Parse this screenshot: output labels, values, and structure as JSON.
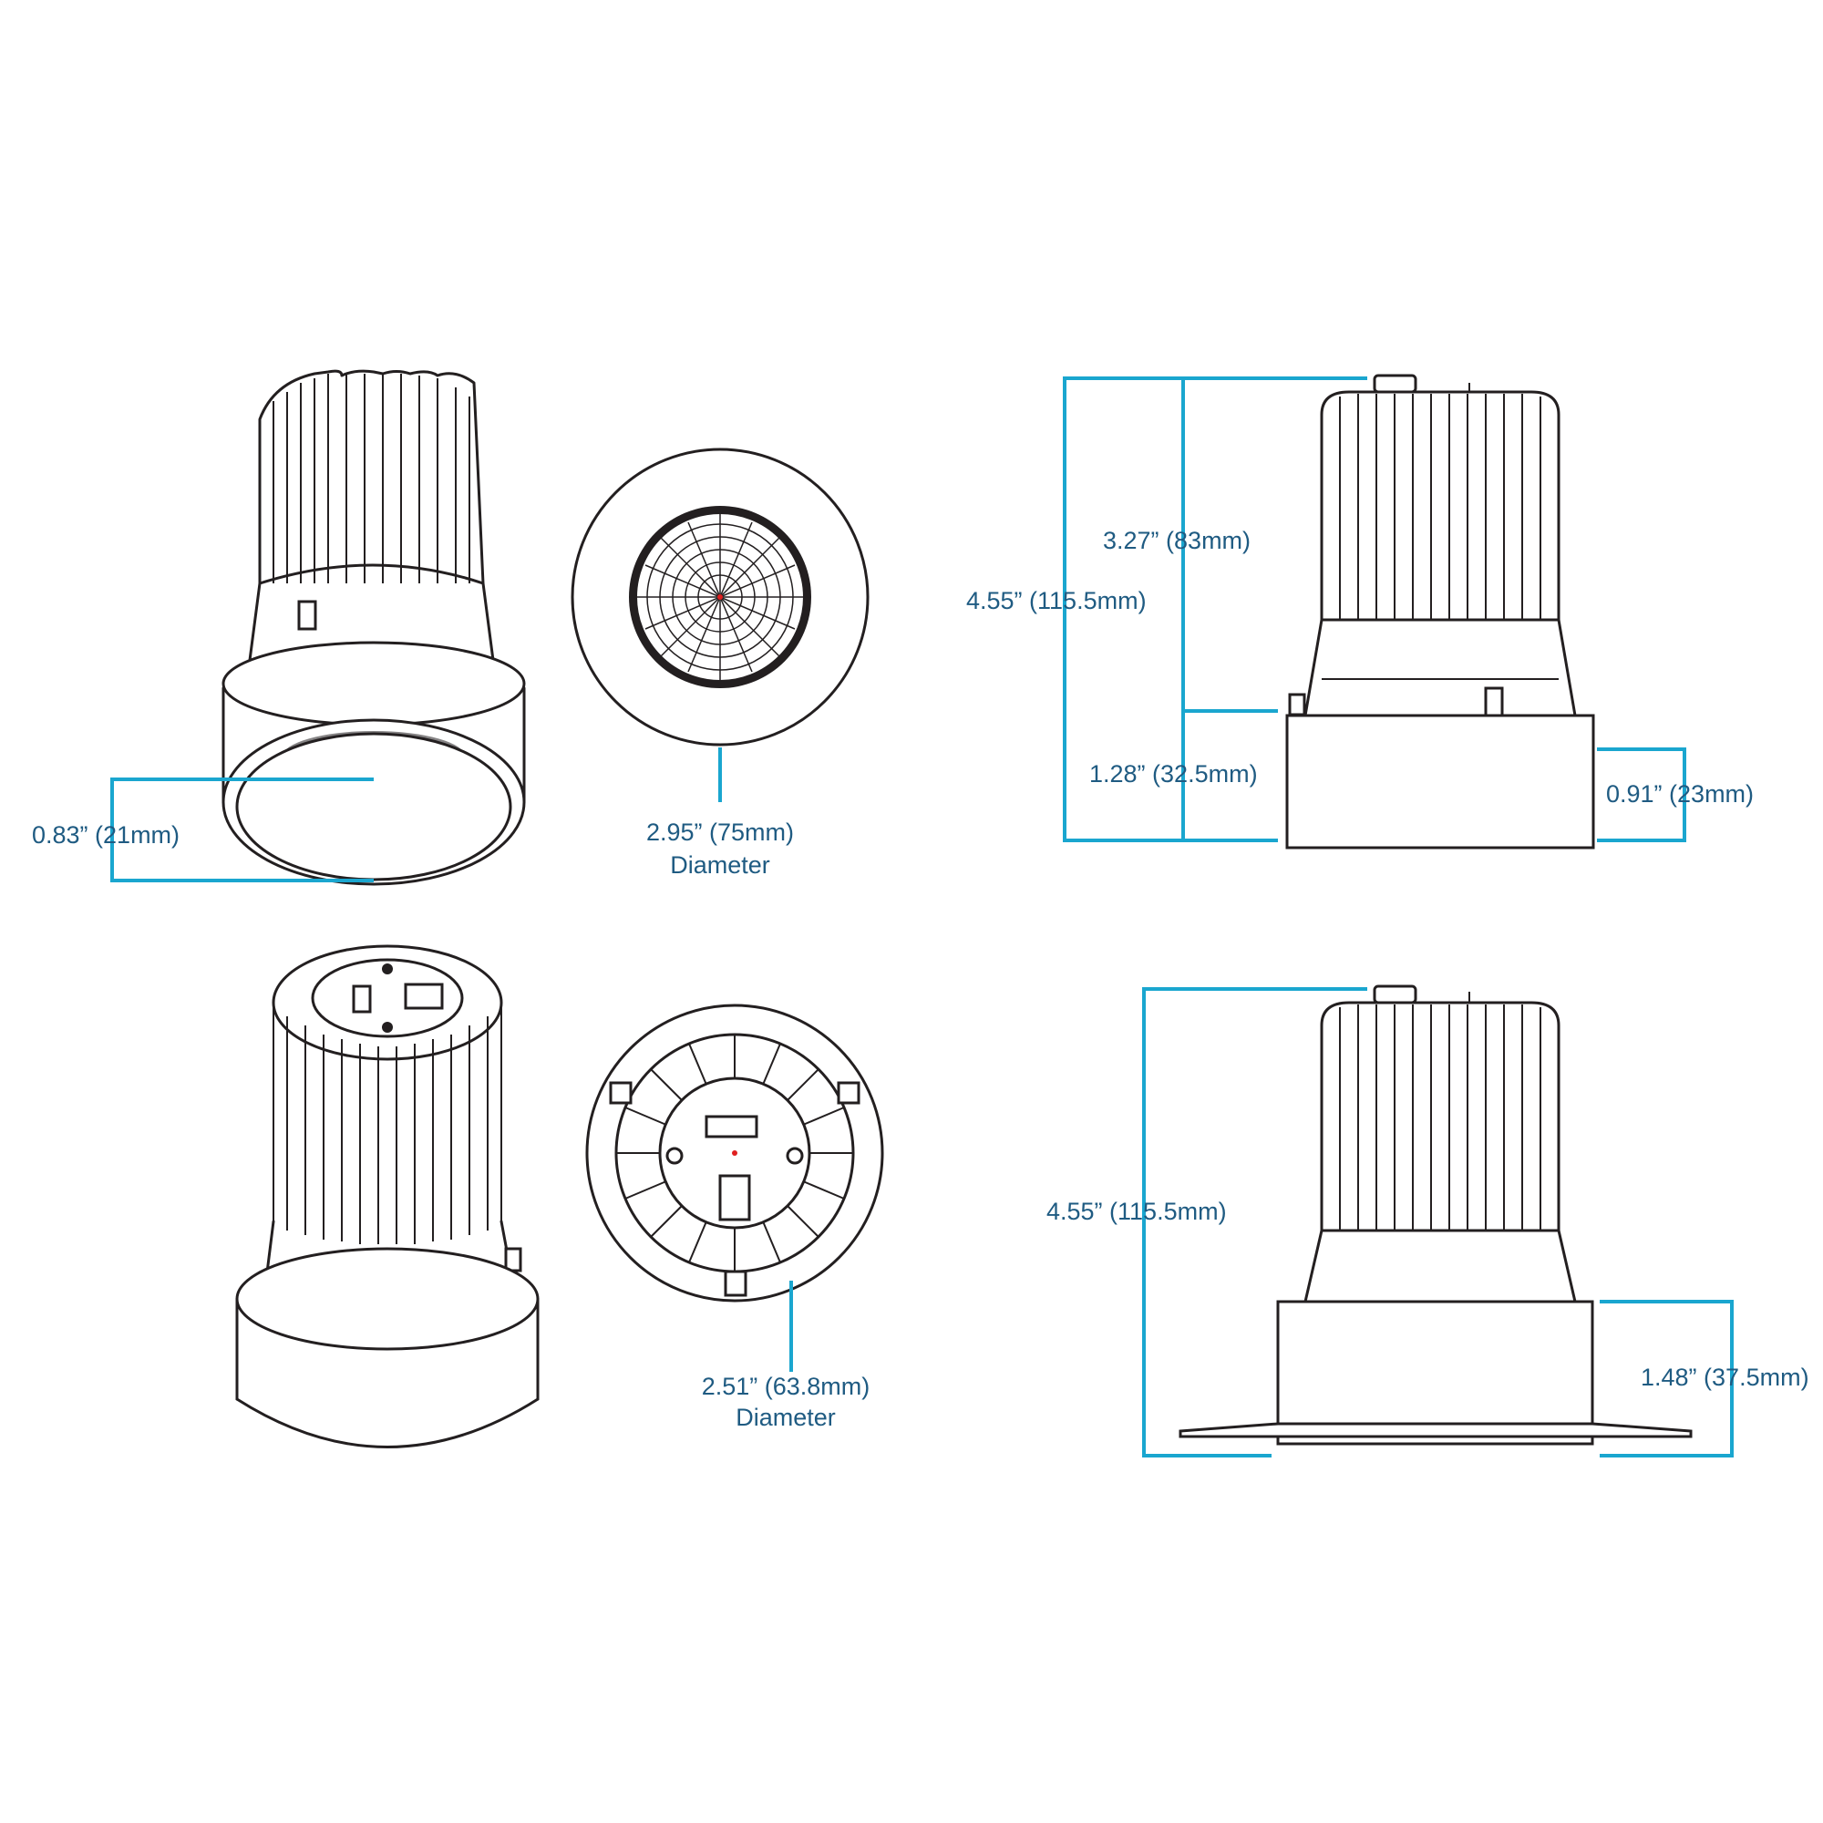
{
  "colors": {
    "dimension_line": "#1aa6cf",
    "dimension_text": "#1f5b82",
    "outline": "#231f20",
    "background": "#ffffff"
  },
  "dimensions": {
    "trim_depth": "0.83” (21mm)",
    "front_diameter": "2.95” (75mm)",
    "front_diameter_caption": "Diameter",
    "height_upper": "3.27” (83mm)",
    "total_height_top": "4.55” (115.5mm)",
    "lower_height": "1.28” (32.5mm)",
    "trim_height": "0.91” (23mm)",
    "back_diameter": "2.51” (63.8mm)",
    "back_diameter_caption": "Diameter",
    "total_height_bottom": "4.55” (115.5mm)",
    "flange_height": "1.48” (37.5mm)"
  }
}
